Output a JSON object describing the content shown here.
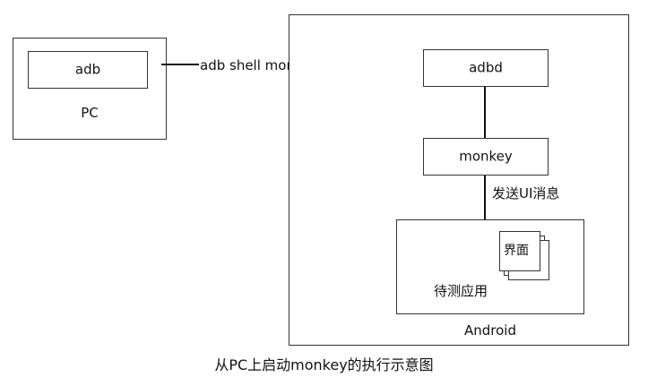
{
  "diagram": {
    "pc": {
      "inner_label": "adb",
      "label": "PC"
    },
    "connection_label": "adb shell monkey",
    "device": {
      "adbd_label": "adbd",
      "monkey_label": "monkey",
      "message_label": "发送UI消息",
      "android_label": "Android",
      "app_label": "待测应用",
      "ui_label": "界面"
    },
    "caption": "从PC上启动monkey的执行示意图"
  }
}
